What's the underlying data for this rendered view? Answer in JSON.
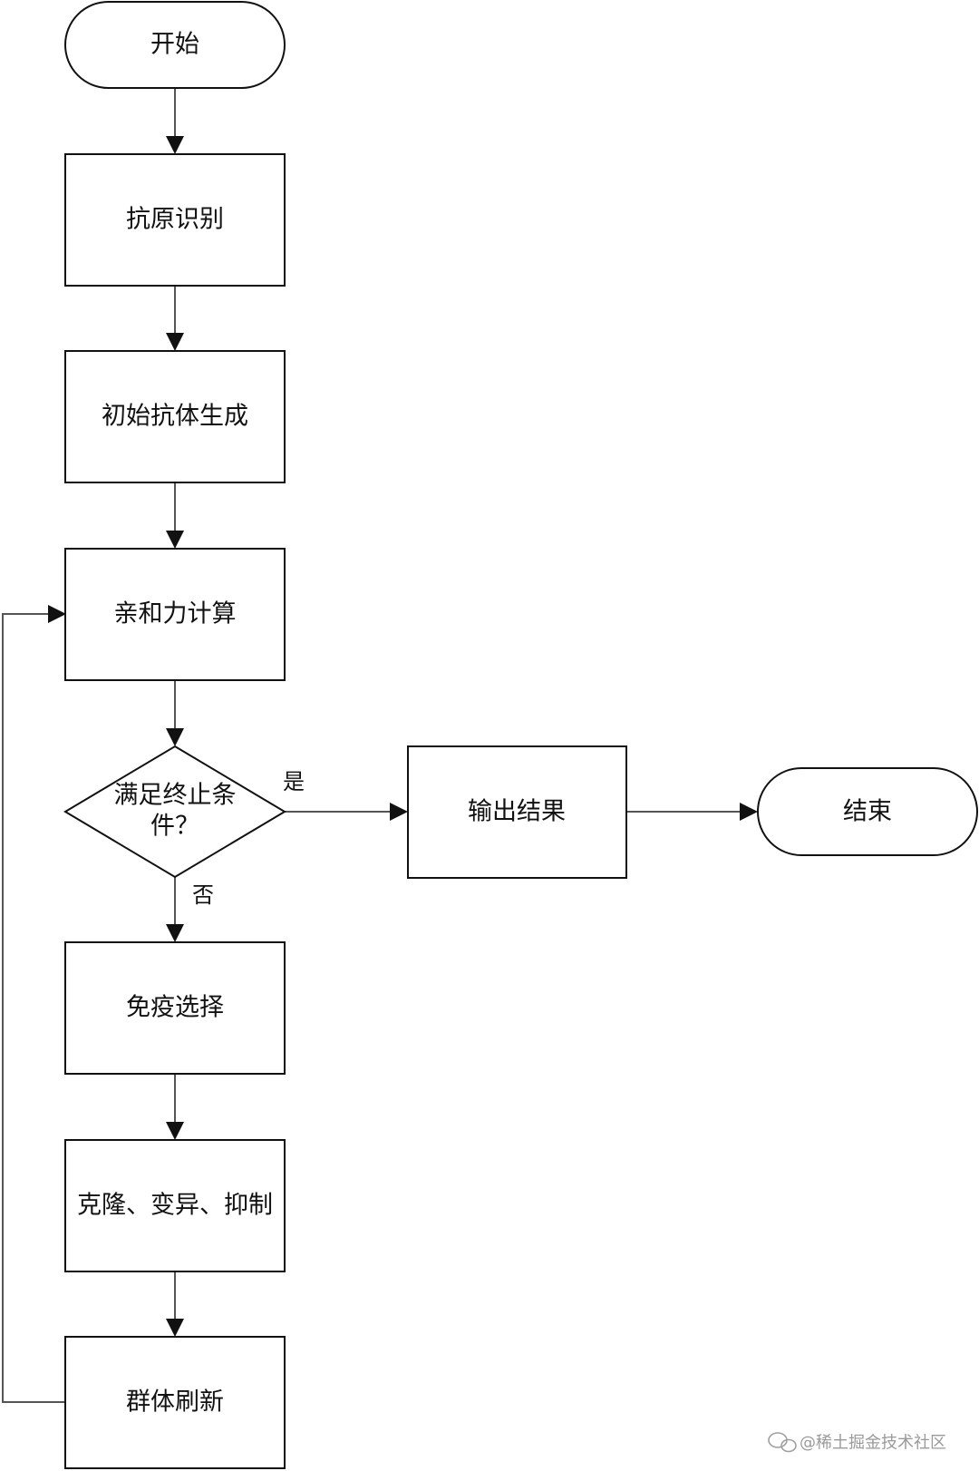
{
  "nodes": {
    "start": "开始",
    "antigen": "抗原识别",
    "init": "初始抗体生成",
    "affinity": "亲和力计算",
    "decision": {
      "line1": "满足终止条",
      "line2": "件？"
    },
    "output": "输出结果",
    "end": "结束",
    "immune": "免疫选择",
    "clone": "克隆、变异、抑制",
    "refresh": "群体刷新"
  },
  "edges": {
    "yes": "是",
    "no": "否"
  },
  "watermark": {
    "text": "@稀土掘金技术社区",
    "icon": "wechat-icon"
  }
}
